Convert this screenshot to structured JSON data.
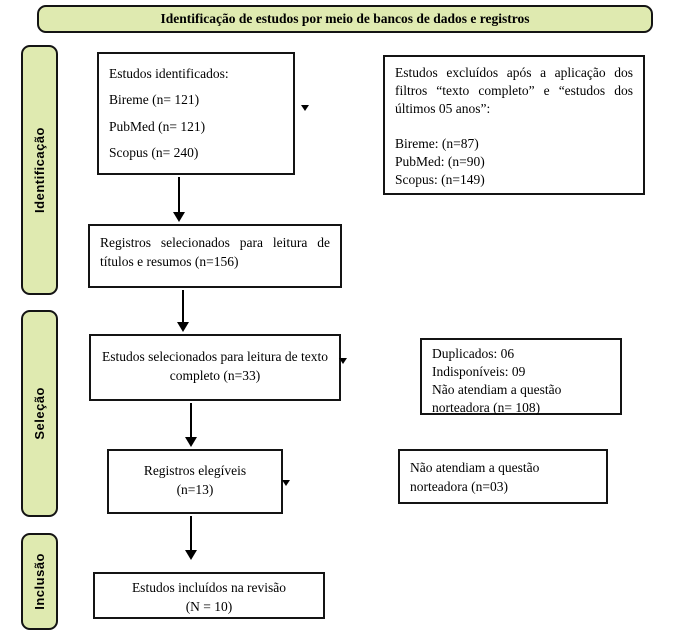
{
  "banner": {
    "title": "Identificação de estudos por meio de bancos de dados e registros"
  },
  "sidebar": {
    "sections": [
      {
        "label": "Identificação"
      },
      {
        "label": "Seleção"
      },
      {
        "label": "Inclusão"
      }
    ]
  },
  "boxes": {
    "identified": {
      "lines": [
        "Estudos identificados:",
        "Bireme (n= 121)",
        "PubMed (n= 121)",
        "Scopus (n= 240)"
      ]
    },
    "excluded_filters": {
      "intro": "Estudos excluídos após a aplicação dos filtros “texto completo” e “estudos dos últimos 05 anos”:",
      "lines": [
        "Bireme: (n=87)",
        "PubMed: (n=90)",
        "Scopus: (n=149)"
      ]
    },
    "titles_abstracts": {
      "text": "Registros selecionados para leitura de títulos e resumos (n=156)"
    },
    "full_text": {
      "text": "Estudos selecionados para leitura de texto completo (n=33)"
    },
    "excluded_fulltext": {
      "lines": [
        "Duplicados: 06",
        "Indisponíveis: 09",
        "Não atendiam a questão norteadora (n= 108)"
      ]
    },
    "eligible": {
      "lines": [
        "Registros elegíveis",
        "(n=13)"
      ]
    },
    "excluded_eligible": {
      "text": "Não atendiam a questão norteadora (n=03)"
    },
    "included": {
      "lines": [
        "Estudos incluídos na revisão",
        "(N = 10)"
      ]
    }
  },
  "colors": {
    "phase_fill": "#dfeab0",
    "border": "#141414",
    "background": "#ffffff"
  }
}
